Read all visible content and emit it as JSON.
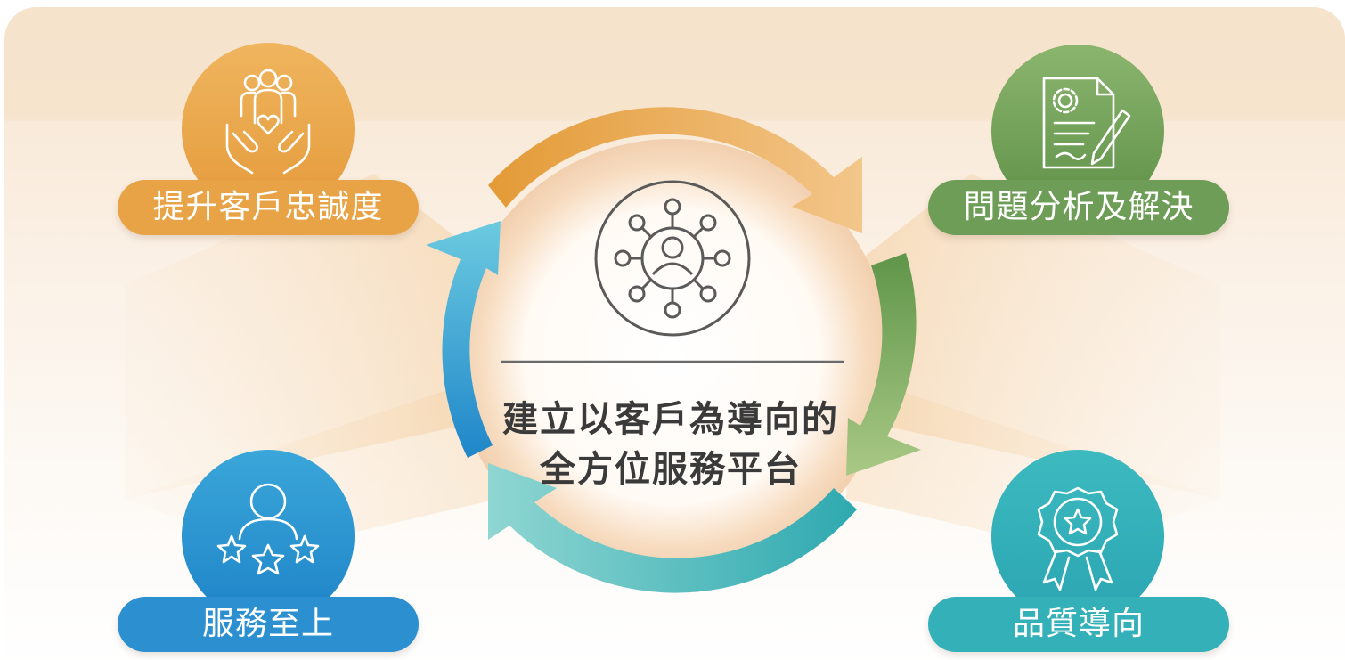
{
  "colors": {
    "orange": "#e9a347",
    "green": "#6d9d56",
    "blue": "#2b8fd0",
    "teal": "#34b0b8",
    "center_text": "#3a3a3a",
    "icon_stroke": "#5a5a5a"
  },
  "center": {
    "icon": "customer-network-icon",
    "title_line1": "建立以客戶為導向的",
    "title_line2": "全方位服務平台"
  },
  "nodes": [
    {
      "label": "提升客戶忠誠度",
      "icon": "hands-holding-people-icon",
      "color": "orange"
    },
    {
      "label": "問題分析及解決",
      "icon": "document-gear-pen-icon",
      "color": "green"
    },
    {
      "label": "服務至上",
      "icon": "person-stars-icon",
      "color": "blue"
    },
    {
      "label": "品質導向",
      "icon": "award-badge-icon",
      "color": "teal"
    }
  ]
}
